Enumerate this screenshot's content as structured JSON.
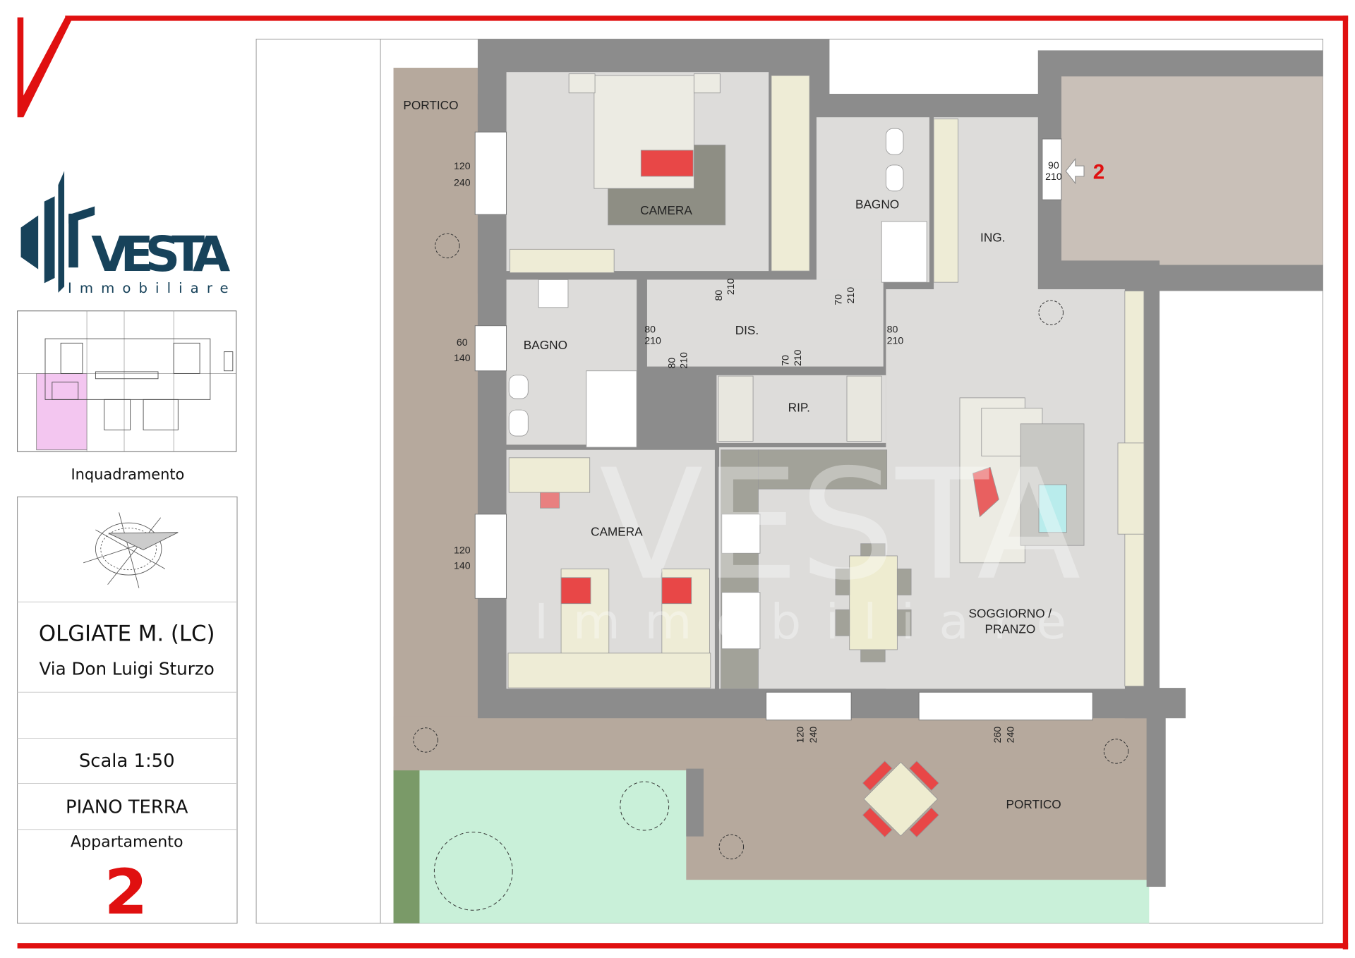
{
  "logo": {
    "brand": "VESTA",
    "sub": "Immobiliare"
  },
  "sidebar": {
    "context_map_label": "Inquadramento",
    "location": "OLGIATE M. (LC)",
    "address": "Via Don Luigi Sturzo",
    "scale": "Scala 1:50",
    "floor": "PIANO TERRA",
    "apartment_label": "Appartamento",
    "apartment_number": "2"
  },
  "plan": {
    "rooms": [
      {
        "label": "PORTICO"
      },
      {
        "label": "CAMERA"
      },
      {
        "label": "BAGNO"
      },
      {
        "label": "ING."
      },
      {
        "label": "BAGNO"
      },
      {
        "label": "DIS."
      },
      {
        "label": "RIP."
      },
      {
        "label": "CAMERA"
      },
      {
        "label": "SOGGIORNO /",
        "label2": "PRANZO"
      },
      {
        "label": "PORTICO"
      }
    ],
    "openings": [
      {
        "w": "120",
        "h": "240"
      },
      {
        "w": "60",
        "h": "140"
      },
      {
        "w": "120",
        "h": "140"
      },
      {
        "w": "80",
        "h": "210"
      },
      {
        "w": "70",
        "h": "210"
      },
      {
        "w": "80",
        "h": "210"
      },
      {
        "w": "80",
        "h": "210"
      },
      {
        "w": "80",
        "h": "210"
      },
      {
        "w": "70",
        "h": "210"
      },
      {
        "w": "120",
        "h": "240"
      },
      {
        "w": "260",
        "h": "240"
      },
      {
        "w": "90",
        "h": "210"
      }
    ],
    "entrance_marker": "2",
    "watermark": {
      "brand": "VESTA",
      "sub": "Immobiliare"
    }
  },
  "colors": {
    "frame": "#e01010",
    "logo": "#17425a",
    "wall": "#8c8c8c",
    "floor": "#dddcda",
    "portico": "#b6a99d",
    "garden": "#c9f0d9",
    "highlight": "#f3c6f0"
  }
}
